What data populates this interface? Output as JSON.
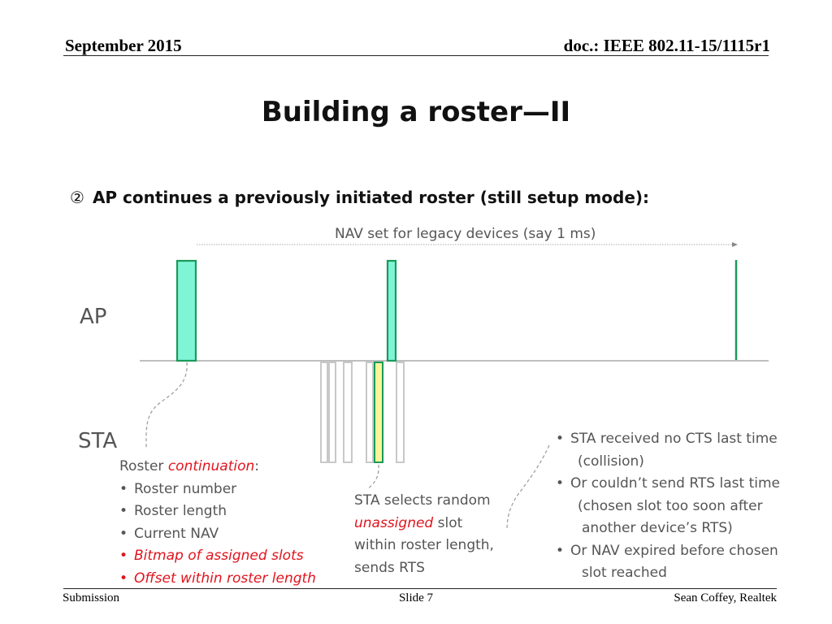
{
  "header": {
    "date": "September 2015",
    "doc": "doc.: IEEE 802.11-15/1115r1"
  },
  "title": "Building a roster—II",
  "point": {
    "marker": "②",
    "text": "AP continues a previously initiated roster (still setup mode):"
  },
  "diagram": {
    "nav_label": "NAV set for legacy devices (say 1 ms)",
    "ap_label": "AP",
    "sta_label": "STA"
  },
  "roster_info": {
    "intro_a": "Roster ",
    "intro_b": "continuation",
    "intro_c": ":",
    "items": [
      "Roster number",
      "Roster length",
      "Current NAV",
      "Bitmap of assigned slots",
      "Offset within roster length"
    ]
  },
  "sta_note": {
    "line1": "STA selects random",
    "line2_a": "unassigned",
    "line2_b": " slot",
    "line3": "within roster length,",
    "line4": "sends RTS"
  },
  "reasons": {
    "r1": "STA received no CTS last time",
    "r1b": "(collision)",
    "r2": "Or couldn’t send RTS last time",
    "r2b": "(chosen slot too soon after",
    "r2c": "another device’s RTS)",
    "r3": "Or NAV expired before chosen",
    "r3b": "slot reached"
  },
  "footer": {
    "left": "Submission",
    "center": "Slide 7",
    "right": "Sean Coffey, Realtek"
  },
  "colors": {
    "ap_frame_fill": "#7ff5d6",
    "ap_frame_stroke": "#1b9a5a",
    "sta_slot_stroke": "#c8c8c8",
    "sta_rts_fill": "#faf59a",
    "sta_rts_stroke": "#1b9a5a",
    "emphasis": "#e0141e"
  }
}
